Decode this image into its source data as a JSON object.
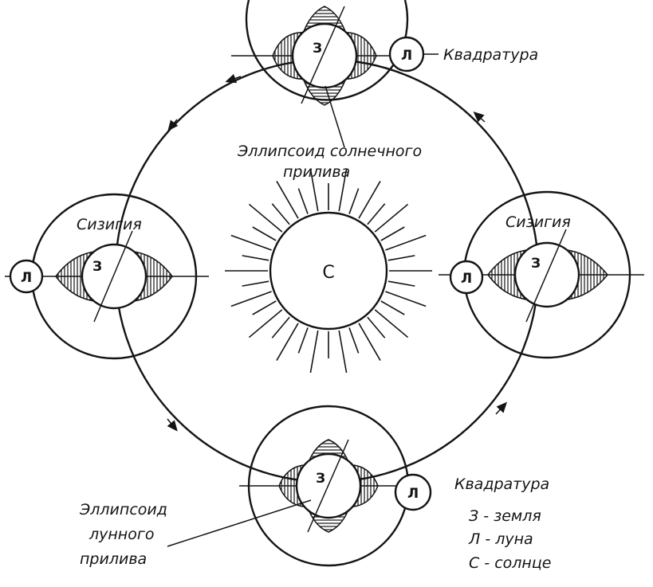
{
  "labels": {
    "quadrature_top": "Квадратура",
    "quadrature_bottom": "Квадратура",
    "syzygy_left": "Сизигия",
    "syzygy_right": "Сизигия",
    "solar_tide_line1": "Эллипсоид солнечного",
    "solar_tide_line2": "прилива",
    "lunar_tide_line1": "Эллипсоид",
    "lunar_tide_line2": "лунного",
    "lunar_tide_line3": "прилива",
    "sun": "С",
    "earth": "З",
    "moon": "Л"
  },
  "legend": [
    "З - земля",
    "Л - луна",
    "С - солнце"
  ]
}
